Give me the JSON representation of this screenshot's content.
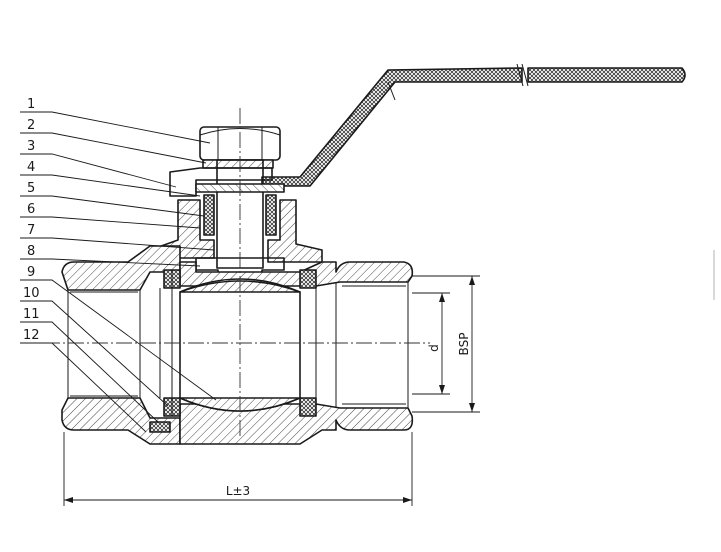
{
  "part_numbers": [
    "1",
    "2",
    "3",
    "4",
    "5",
    "6",
    "7",
    "8",
    "9",
    "10",
    "11",
    "12"
  ],
  "dimensions": {
    "length_label": "L±3",
    "bore_label": "d",
    "thread_label": "BSP"
  }
}
